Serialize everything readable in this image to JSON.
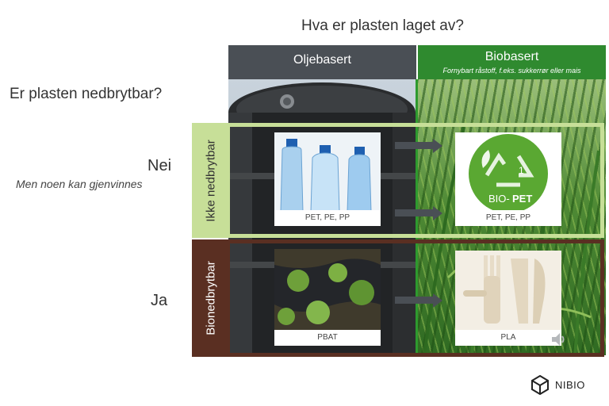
{
  "titles": {
    "top_question": "Hva er plasten laget av?",
    "left_question": "Er plasten nedbrytbar?",
    "nei": "Nei",
    "nei_sub": "Men noen kan gjenvinnes",
    "ja": "Ja"
  },
  "columns": {
    "oil": {
      "title": "Oljebasert",
      "color": "#4a4f55"
    },
    "bio": {
      "title": "Biobasert",
      "subtitle": "Fornybart råstoff, f.eks. sukkerrør  eller mais",
      "color": "#2f8a2f"
    }
  },
  "rows": {
    "nei": {
      "label": "Ikke nedbrytbar",
      "color": "#c7df98"
    },
    "ja": {
      "label": "Bionedbrytbar",
      "color": "#5a2f22"
    }
  },
  "cards": {
    "pet": {
      "caption": "PET, PE, PP",
      "icon": "water-bottles-image"
    },
    "biopet": {
      "caption": "PET, PE, PP",
      "icon": "bio-pet-logo",
      "logo_text_a": "BIO-",
      "logo_text_b": "PET",
      "logo_number": "1"
    },
    "pbat": {
      "caption": "PBAT",
      "icon": "mulch-film-field-image"
    },
    "pla": {
      "caption": "PLA",
      "icon": "compostable-cutlery-image"
    }
  },
  "brand": {
    "name": "NIBIO"
  }
}
